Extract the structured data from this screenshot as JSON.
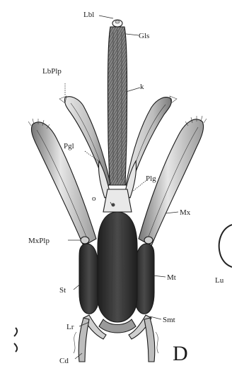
{
  "labels": {
    "lbl": "Lbl",
    "gls": "Gls",
    "lbplp": "LbPlp",
    "k": "k",
    "pgl": "Pgl",
    "plg": "Plg",
    "o": "o",
    "mx": "Mx",
    "mxplp": "MxPlp",
    "st": "St",
    "mt": "Mt",
    "smt": "Smt",
    "lr": "Lr",
    "cd": "Cd",
    "lu": "Lu",
    "figure_letter": "D"
  },
  "colors": {
    "ink": "#1a1a1a",
    "shade_dark": "#2b2b2b",
    "shade_mid": "#8a8a8a",
    "shade_light": "#d9d9d9",
    "paper": "#ffffff"
  }
}
